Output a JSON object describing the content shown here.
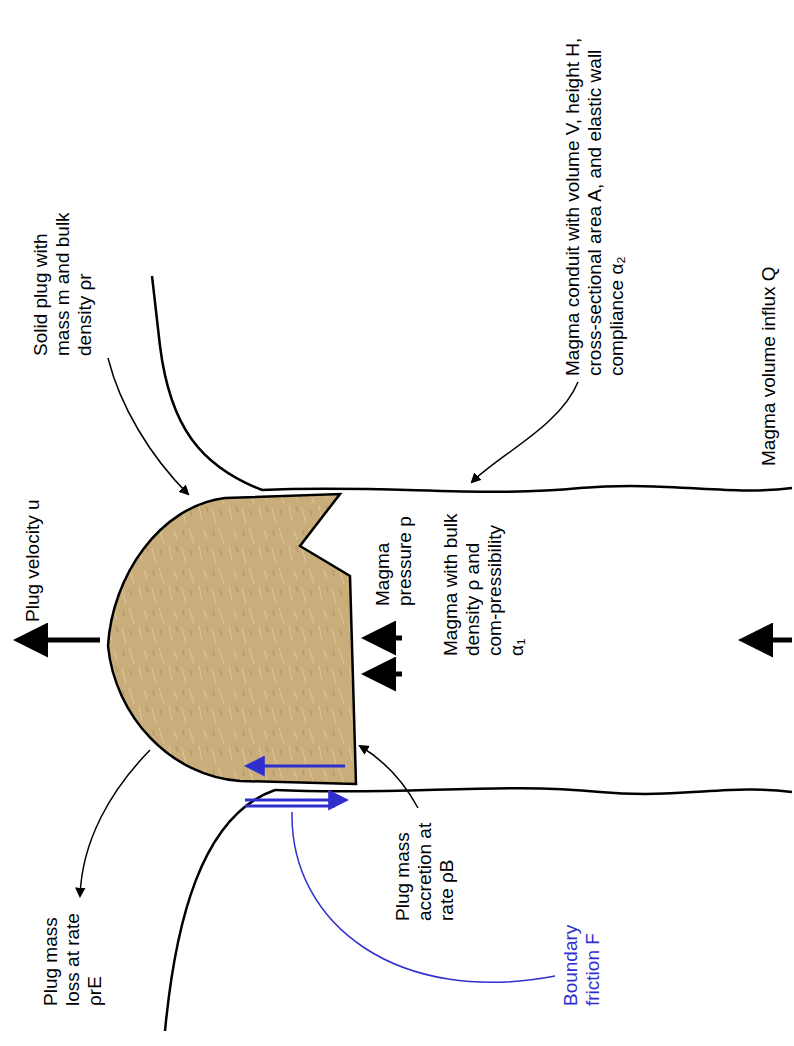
{
  "diagram": {
    "labels": [
      "Plug velocity u",
      "Solid plug with mass m and bulk density ρr",
      "Magma conduit with volume V, height H, cross-sectional area A, and elastic wall compliance α₂",
      "Magma volume influx Q",
      "Plug mass loss at rate ρrE",
      "Magma pressure p",
      "Magma with bulk density ρ and com-pressibility α₁",
      "Plug mass accretion at rate ρB",
      "Boundary friction F"
    ]
  }
}
